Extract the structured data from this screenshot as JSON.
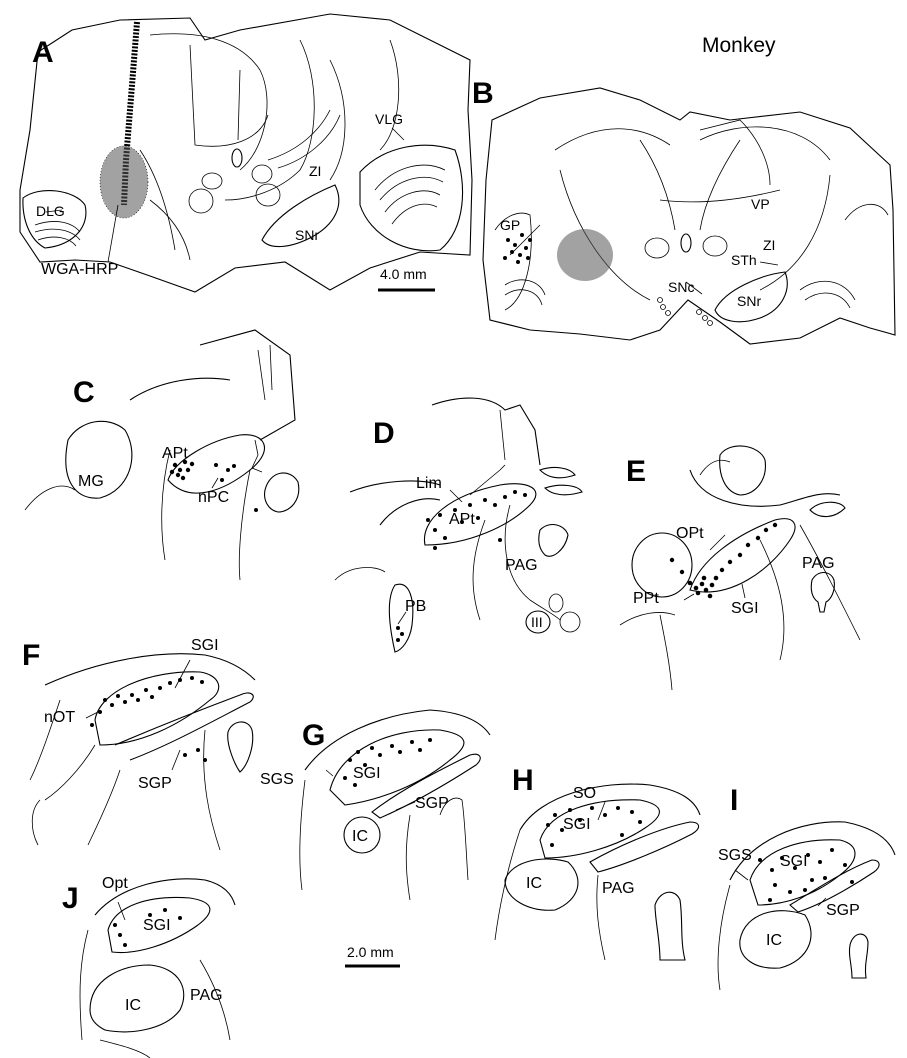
{
  "figure_title": "Monkey",
  "panels": {
    "A": {
      "letter": "A",
      "labels": {
        "dlg": "DLG",
        "zi": "ZI",
        "vlg": "VLG",
        "snr": "SNr",
        "injection": "WGA-HRP"
      }
    },
    "B": {
      "letter": "B",
      "labels": {
        "gp": "GP",
        "vp": "VP",
        "zi": "ZI",
        "sth": "STh",
        "snc": "SNc",
        "snr": "SNr"
      }
    },
    "C": {
      "letter": "C",
      "labels": {
        "mg": "MG",
        "apt": "APt",
        "npc": "nPC"
      }
    },
    "D": {
      "letter": "D",
      "labels": {
        "lim": "Lim",
        "apt": "APt",
        "pag": "PAG",
        "pb": "PB",
        "iii": "III"
      }
    },
    "E": {
      "letter": "E",
      "labels": {
        "opt": "OPt",
        "pag": "PAG",
        "ppt": "PPt",
        "sgi": "SGI"
      }
    },
    "F": {
      "letter": "F",
      "labels": {
        "sgi": "SGI",
        "not": "nOT",
        "sgp": "SGP"
      }
    },
    "G": {
      "letter": "G",
      "labels": {
        "sgi": "SGI",
        "sgs": "SGS",
        "sgp": "SGP",
        "ic": "IC"
      }
    },
    "H": {
      "letter": "H",
      "labels": {
        "so": "SO",
        "sgi": "SGI",
        "ic": "IC",
        "pag": "PAG"
      }
    },
    "I": {
      "letter": "I",
      "labels": {
        "sgs": "SGS",
        "sgi": "SGI",
        "sgp": "SGP",
        "ic": "IC"
      }
    },
    "J": {
      "letter": "J",
      "labels": {
        "opt": "Opt",
        "sgi": "SGI",
        "ic": "IC",
        "pag": "PAG"
      }
    }
  },
  "scale_bars": {
    "large": "4.0 mm",
    "small": "2.0 mm"
  }
}
